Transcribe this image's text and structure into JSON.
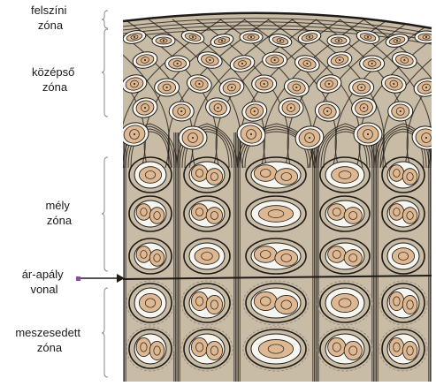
{
  "labels": {
    "surface_zone": [
      "felszíni",
      "zóna"
    ],
    "middle_zone": [
      "középső",
      "zóna"
    ],
    "deep_zone": [
      "mély",
      "zóna"
    ],
    "tidemark": [
      "ár-apály",
      "vonal"
    ],
    "calcified_zone": [
      "meszesedett",
      "zóna"
    ]
  },
  "colors": {
    "matrix": "#c9bca6",
    "matrix_dark": "#9c8f7c",
    "fiber": "#1e1a16",
    "cell_fill": "#ddb892",
    "lacuna": "#f7f5f0",
    "nucleus": "#3a3026",
    "arrow": "#8a4f9c",
    "text": "#1a1a1a"
  }
}
